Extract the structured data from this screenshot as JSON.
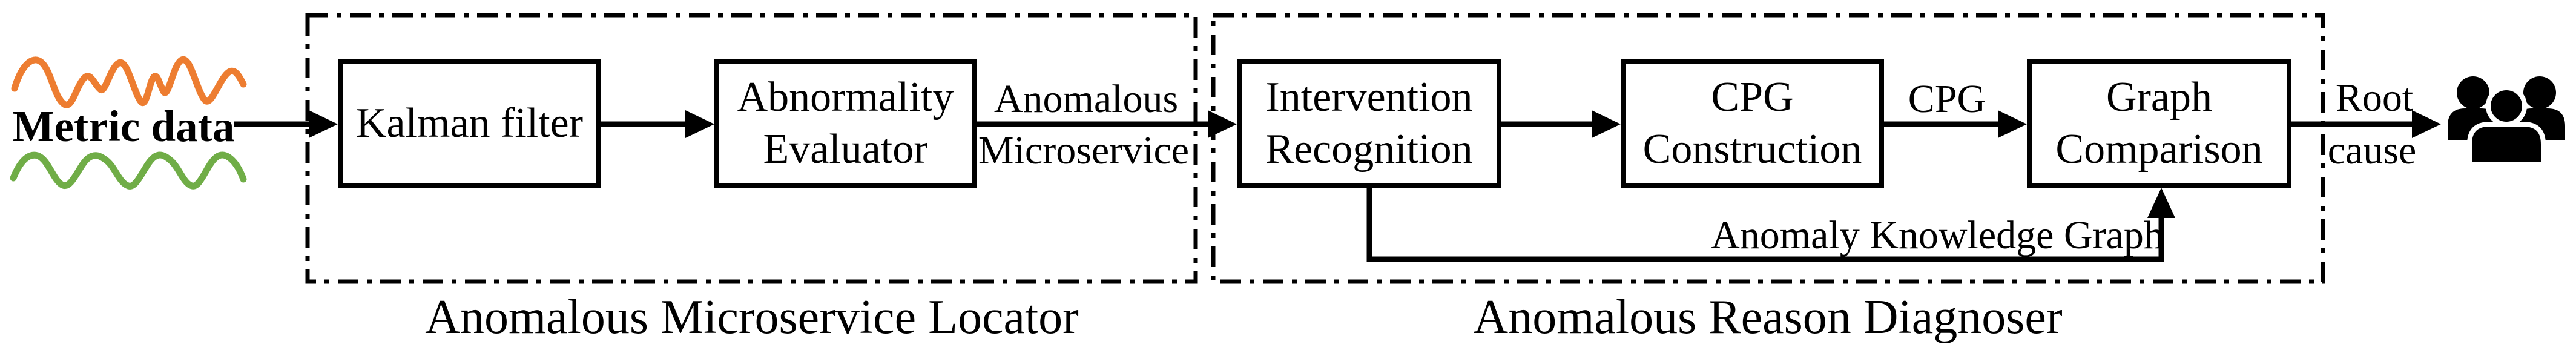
{
  "colors": {
    "wave_orange": "#ED7D31",
    "wave_green": "#70AD47",
    "ink": "#000000",
    "background": "#FFFFFF"
  },
  "input": {
    "label": "Metric data"
  },
  "locator": {
    "caption": "Anomalous Microservice Locator",
    "kalman_box": "Kalman filter",
    "abnormality_box": {
      "line1": "Abnormality",
      "line2": "Evaluator"
    }
  },
  "diagnoser": {
    "caption": "Anomalous Reason Diagnoser",
    "intervention_box": {
      "line1": "Intervention",
      "line2": "Recognition"
    },
    "cpg_box": {
      "line1": "CPG",
      "line2": "Construction"
    },
    "graph_box": {
      "line1": "Graph",
      "line2": "Comparison"
    }
  },
  "edge_labels": {
    "anomalous_microservice": {
      "line1": "Anomalous",
      "line2": "Microservice"
    },
    "cpg": "CPG",
    "root_cause": {
      "line1": "Root",
      "line2": "cause"
    },
    "anomaly_knowledge_graph": "Anomaly Knowledge Graph"
  },
  "icons": {
    "root_cause_receiver": "users-group"
  }
}
